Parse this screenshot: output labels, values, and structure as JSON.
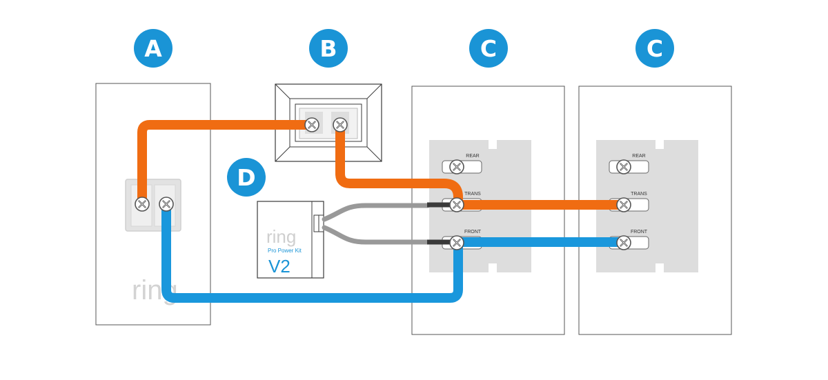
{
  "badges": {
    "doorbell": "A",
    "transformer": "B",
    "chime_1": "C",
    "chime_2": "C",
    "power_kit": "D"
  },
  "doorbell": {
    "logo": "ring"
  },
  "power_kit": {
    "logo": "ring",
    "subtitle": "Pro Power Kit",
    "version": "V2"
  },
  "chime_1": {
    "terminal_rear": "REAR",
    "terminal_trans": "TRANS",
    "terminal_front": "FRONT"
  },
  "chime_2": {
    "terminal_rear": "REAR",
    "terminal_trans": "TRANS",
    "terminal_front": "FRONT"
  },
  "colors": {
    "badge": "#1a94d6",
    "orange_wire": "#f06c12",
    "blue_wire": "#1a97dc",
    "gray_wire": "#999999",
    "terminal_plate": "#dcdcdc",
    "outline": "#3a3a3a"
  }
}
